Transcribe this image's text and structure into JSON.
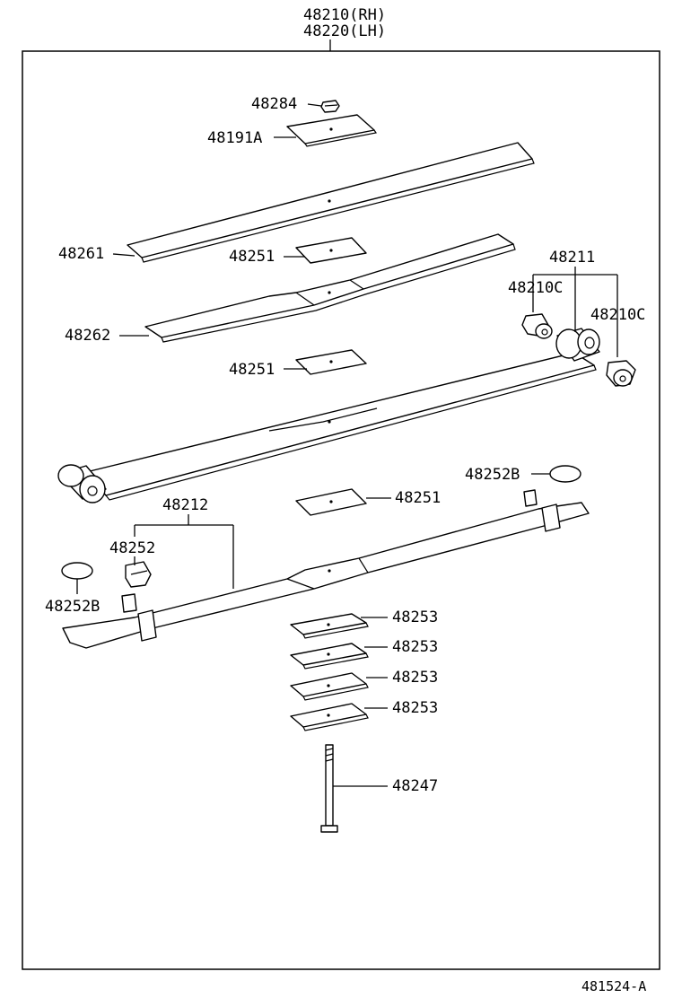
{
  "title": {
    "line1": "48210(RH)",
    "line2": "48220(LH)"
  },
  "parts": {
    "p48284": "48284",
    "p48191A": "48191A",
    "p48261": "48261",
    "p48251_a": "48251",
    "p48262": "48262",
    "p48251_b": "48251",
    "p48211": "48211",
    "p48210C_left": "48210C",
    "p48210C_right": "48210C",
    "p48252B_top": "48252B",
    "p48251_c": "48251",
    "p48212": "48212",
    "p48252": "48252",
    "p48252B_left": "48252B",
    "p48253_1": "48253",
    "p48253_2": "48253",
    "p48253_3": "48253",
    "p48253_4": "48253",
    "p48247": "48247"
  },
  "figure_id": "481524-A"
}
